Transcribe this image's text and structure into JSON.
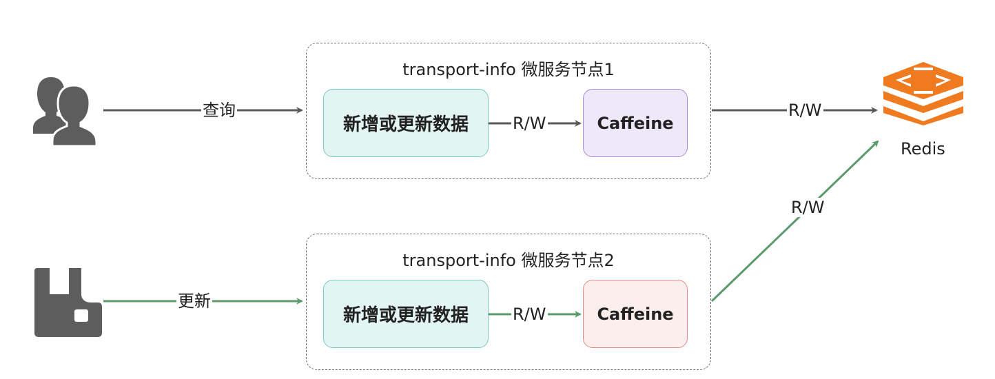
{
  "node1": {
    "title": "transport-info 微服务节点1",
    "process_label": "新增或更新数据",
    "cache_label": "Caffeine"
  },
  "node2": {
    "title": "transport-info 微服务节点2",
    "process_label": "新增或更新数据",
    "cache_label": "Caffeine"
  },
  "redis": {
    "label": "Redis"
  },
  "edges": {
    "query": "查询",
    "update": "更新",
    "rw_node1_internal": "R/W",
    "rw_node1_redis": "R/W",
    "rw_node2_internal": "R/W",
    "rw_node2_redis": "R/W"
  },
  "icons": {
    "users": "users-icon",
    "mq": "message-queue-icon",
    "redis": "redis-icon"
  },
  "colors": {
    "gray_edge": "#5a5a5a",
    "green_edge": "#5a9a6b",
    "redis": "#f07a1f"
  }
}
